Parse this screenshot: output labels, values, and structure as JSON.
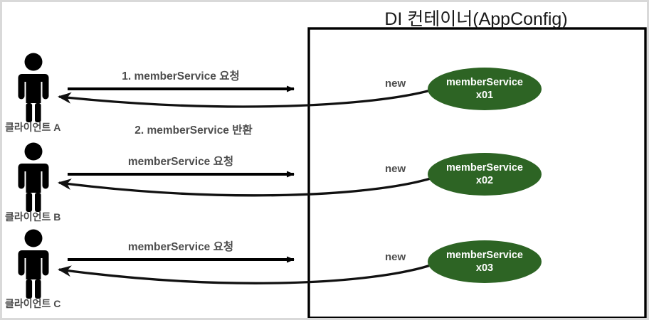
{
  "container": {
    "title": "DI 컨테이너(AppConfig)",
    "box_color": "#000000"
  },
  "colors": {
    "bean_fill": "#2d6424",
    "bean_text": "#ffffff",
    "label_text": "#4d4d4d",
    "figure": "#000000",
    "frame": "#d9d9d9"
  },
  "rows": [
    {
      "client_label": "클라이언트 A",
      "request_label": "1. memberService 요청",
      "return_label": "2. memberService 반환",
      "new_label": "new",
      "bean_line1": "memberService",
      "bean_line2": "x01"
    },
    {
      "client_label": "클라이언트 B",
      "request_label": "memberService 요청",
      "return_label": "",
      "new_label": "new",
      "bean_line1": "memberService",
      "bean_line2": "x02"
    },
    {
      "client_label": "클라이언트 C",
      "request_label": "memberService 요청",
      "return_label": "",
      "new_label": "new",
      "bean_line1": "memberService",
      "bean_line2": "x03"
    }
  ]
}
